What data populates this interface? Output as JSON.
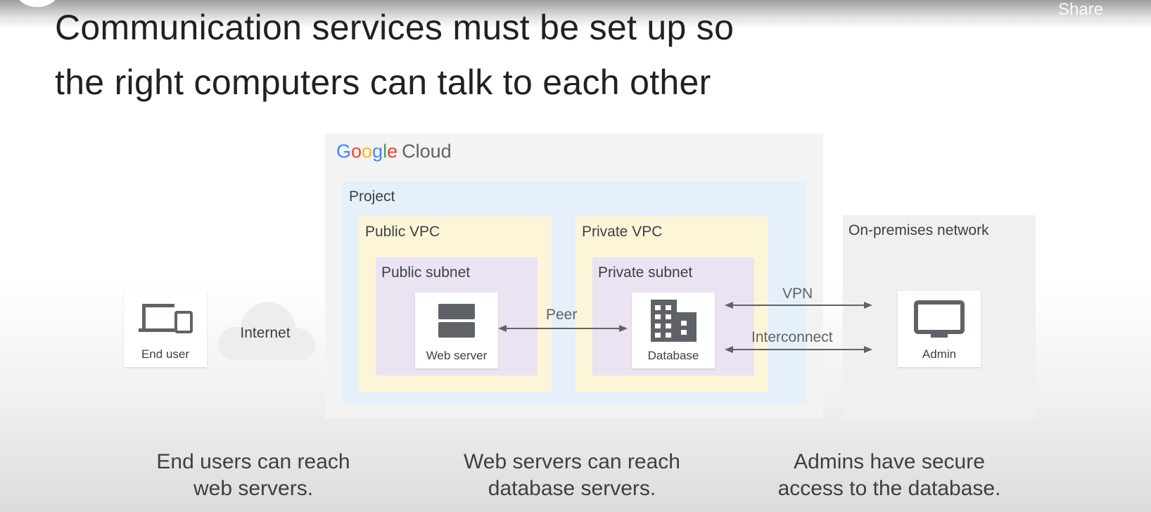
{
  "header": {
    "title_line1": "Communication services must be set up so",
    "title_line2": "the right computers can talk to each other",
    "share_label": "Share"
  },
  "diagram": {
    "cloud": {
      "logo_letters": [
        {
          "char": "G",
          "color": "#4285F4"
        },
        {
          "char": "o",
          "color": "#EA4335"
        },
        {
          "char": "o",
          "color": "#FBBC05"
        },
        {
          "char": "g",
          "color": "#4285F4"
        },
        {
          "char": "l",
          "color": "#34A853"
        },
        {
          "char": "e",
          "color": "#EA4335"
        }
      ],
      "cloud_word": "Cloud",
      "project_label": "Project",
      "public_vpc": {
        "label": "Public VPC",
        "subnet_label": "Public subnet",
        "node_label": "Web server",
        "icon": "server-icon"
      },
      "private_vpc": {
        "label": "Private VPC",
        "subnet_label": "Private subnet",
        "node_label": "Database",
        "icon": "building-icon"
      }
    },
    "end_user": {
      "label": "End user",
      "icon": "devices-icon"
    },
    "internet": {
      "label": "Internet",
      "icon": "cloud-icon"
    },
    "onprem": {
      "label": "On-premises network",
      "node_label": "Admin",
      "icon": "monitor-icon"
    },
    "links": {
      "peer": "Peer",
      "vpn": "VPN",
      "interconnect": "Interconnect"
    }
  },
  "captions": [
    {
      "line1": "End users can reach",
      "line2": "web servers."
    },
    {
      "line1": "Web servers can reach",
      "line2": "database servers."
    },
    {
      "line1": "Admins have secure",
      "line2": "access to the database."
    }
  ],
  "colors": {
    "project_bg": "#e6f0fa",
    "vpc_bg": "#fdf5d8",
    "subnet_bg": "#ebe3f2",
    "icon": "#5f6368"
  }
}
